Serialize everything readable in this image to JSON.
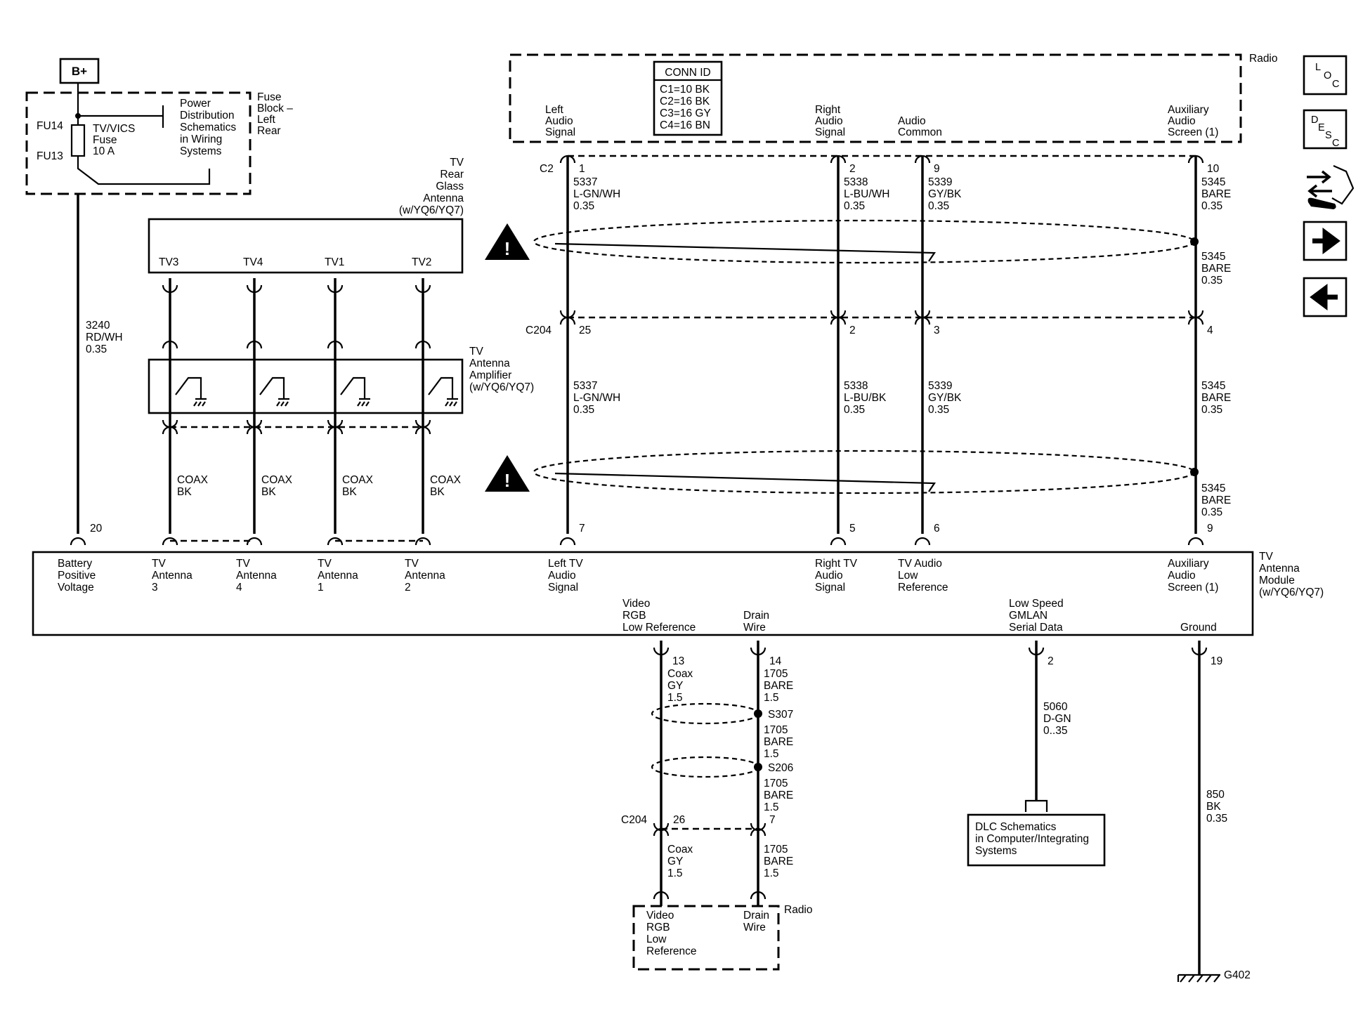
{
  "bplus": "B+",
  "fuse_block": {
    "title": [
      "Fuse",
      "Block –",
      "Left",
      "Rear"
    ],
    "fu14": "FU14",
    "fu13": "FU13",
    "fuse_label": [
      "TV/VICS",
      "Fuse",
      "10 A"
    ],
    "pds_label": [
      "Power",
      "Distribution",
      "Schematics",
      "in Wiring",
      "Systems"
    ]
  },
  "wire_3240": [
    "3240",
    "RD/WH",
    "0.35"
  ],
  "radio_top": {
    "title": "Radio",
    "conn_id_title": "CONN ID",
    "conn_ids": [
      "C1=10 BK",
      "C2=16 BK",
      "C3=16 GY",
      "C4=16 BN"
    ],
    "left_audio": [
      "Left",
      "Audio",
      "Signal"
    ],
    "right_audio": [
      "Right",
      "Audio",
      "Signal"
    ],
    "audio_common": [
      "Audio",
      "Common"
    ],
    "aux_screen": [
      "Auxiliary",
      "Audio",
      "Screen (1)"
    ]
  },
  "c2": {
    "name": "C2",
    "pins": [
      "1",
      "2",
      "9",
      "10"
    ],
    "wire_a": [
      "5337",
      "L-GN/WH",
      "0.35"
    ],
    "wire_b": [
      "5338",
      "L-BU/WH",
      "0.35"
    ],
    "wire_c": [
      "5339",
      "GY/BK",
      "0.35"
    ],
    "wire_d": [
      "5345",
      "BARE",
      "0.35"
    ],
    "wire_d2": [
      "5345",
      "BARE",
      "0.35"
    ]
  },
  "c204": {
    "name": "C204",
    "pins": [
      "25",
      "2",
      "3",
      "4"
    ],
    "wire_a": [
      "5337",
      "L-GN/WH",
      "0.35"
    ],
    "wire_b": [
      "5338",
      "L-BU/BK",
      "0.35"
    ],
    "wire_c": [
      "5339",
      "GY/BK",
      "0.35"
    ],
    "wire_d": [
      "5345",
      "BARE",
      "0.35"
    ],
    "wire_d2": [
      "5345",
      "BARE",
      "0.35"
    ]
  },
  "rear_antenna": {
    "title": [
      "TV",
      "Rear",
      "Glass",
      "Antenna",
      "(w/YQ6/YQ7)"
    ],
    "terminals": [
      "TV3",
      "TV4",
      "TV1",
      "TV2"
    ]
  },
  "amplifier": {
    "title": [
      "TV",
      "Antenna",
      "Amplifier",
      "(w/YQ6/YQ7)"
    ]
  },
  "coax": [
    "COAX",
    "BK"
  ],
  "module": {
    "title": [
      "TV",
      "Antenna",
      "Module",
      "(w/YQ6/YQ7)"
    ],
    "top_pins": [
      "20",
      "7",
      "5",
      "6",
      "9"
    ],
    "battery": [
      "Battery",
      "Positive",
      "Voltage"
    ],
    "ant3": [
      "TV",
      "Antenna",
      "3"
    ],
    "ant4": [
      "TV",
      "Antenna",
      "4"
    ],
    "ant1": [
      "TV",
      "Antenna",
      "1"
    ],
    "ant2": [
      "TV",
      "Antenna",
      "2"
    ],
    "left_tv": [
      "Left TV",
      "Audio",
      "Signal"
    ],
    "right_tv": [
      "Right TV",
      "Audio",
      "Signal"
    ],
    "tv_low": [
      "TV Audio",
      "Low",
      "Reference"
    ],
    "aux": [
      "Auxiliary",
      "Audio",
      "Screen (1)"
    ],
    "video": [
      "Video",
      "RGB",
      "Low Reference"
    ],
    "drain": [
      "Drain",
      "Wire"
    ],
    "gmlan": [
      "Low Speed",
      "GMLAN",
      "Serial Data"
    ],
    "ground": "Ground",
    "bottom_pins": [
      "13",
      "14",
      "2",
      "19"
    ]
  },
  "bottom": {
    "coax_gy": [
      "Coax",
      "GY",
      "1.5"
    ],
    "bare_1705": [
      "1705",
      "BARE",
      "1.5"
    ],
    "s307": "S307",
    "s206": "S206",
    "c204_name": "C204",
    "c204_pin26": "26",
    "c204_pin7": "7",
    "wire_5060": [
      "5060",
      "D-GN",
      "0..35"
    ],
    "dlc": [
      "DLC Schematics",
      "in Computer/Integrating",
      "Systems"
    ],
    "wire_850": [
      "850",
      "BK",
      "0.35"
    ],
    "g402": "G402",
    "radio_title": "Radio",
    "video_radio": [
      "Video",
      "RGB",
      "Low",
      "Reference"
    ],
    "drain_radio": [
      "Drain",
      "Wire"
    ]
  },
  "nav": {
    "loc": [
      "L",
      "O",
      "C"
    ],
    "desc": [
      "D",
      "E",
      "S",
      "C"
    ]
  }
}
